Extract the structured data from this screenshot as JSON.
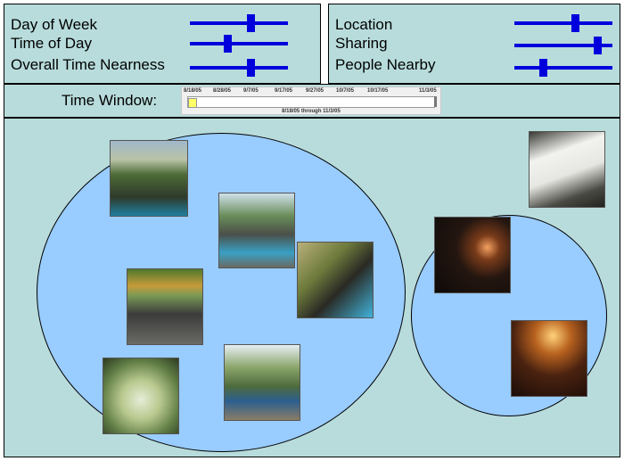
{
  "filters": {
    "left": [
      {
        "label": "Day of Week",
        "value": 0.63
      },
      {
        "label": "Time of Day",
        "value": 0.38
      },
      {
        "label": "Overall Time Nearness",
        "value": 0.63
      }
    ],
    "right": [
      {
        "label": "Location",
        "value": 0.63
      },
      {
        "label": "Sharing",
        "value": 0.88
      },
      {
        "label": "People Nearby",
        "value": 0.28
      }
    ]
  },
  "time_window": {
    "label": "Time Window:",
    "ticks": [
      "8/18/05",
      "8/28/05",
      "9/7/05",
      "9/17/05",
      "9/27/05",
      "10/7/05",
      "10/17/05",
      "11/3/05"
    ],
    "range_start": "8/18/05",
    "range_sep": "through",
    "range_end": "11/3/05"
  },
  "colors": {
    "panel_bg": "#b8dcdc",
    "slider": "#0000dd",
    "cluster_fill": "#99ccff"
  }
}
